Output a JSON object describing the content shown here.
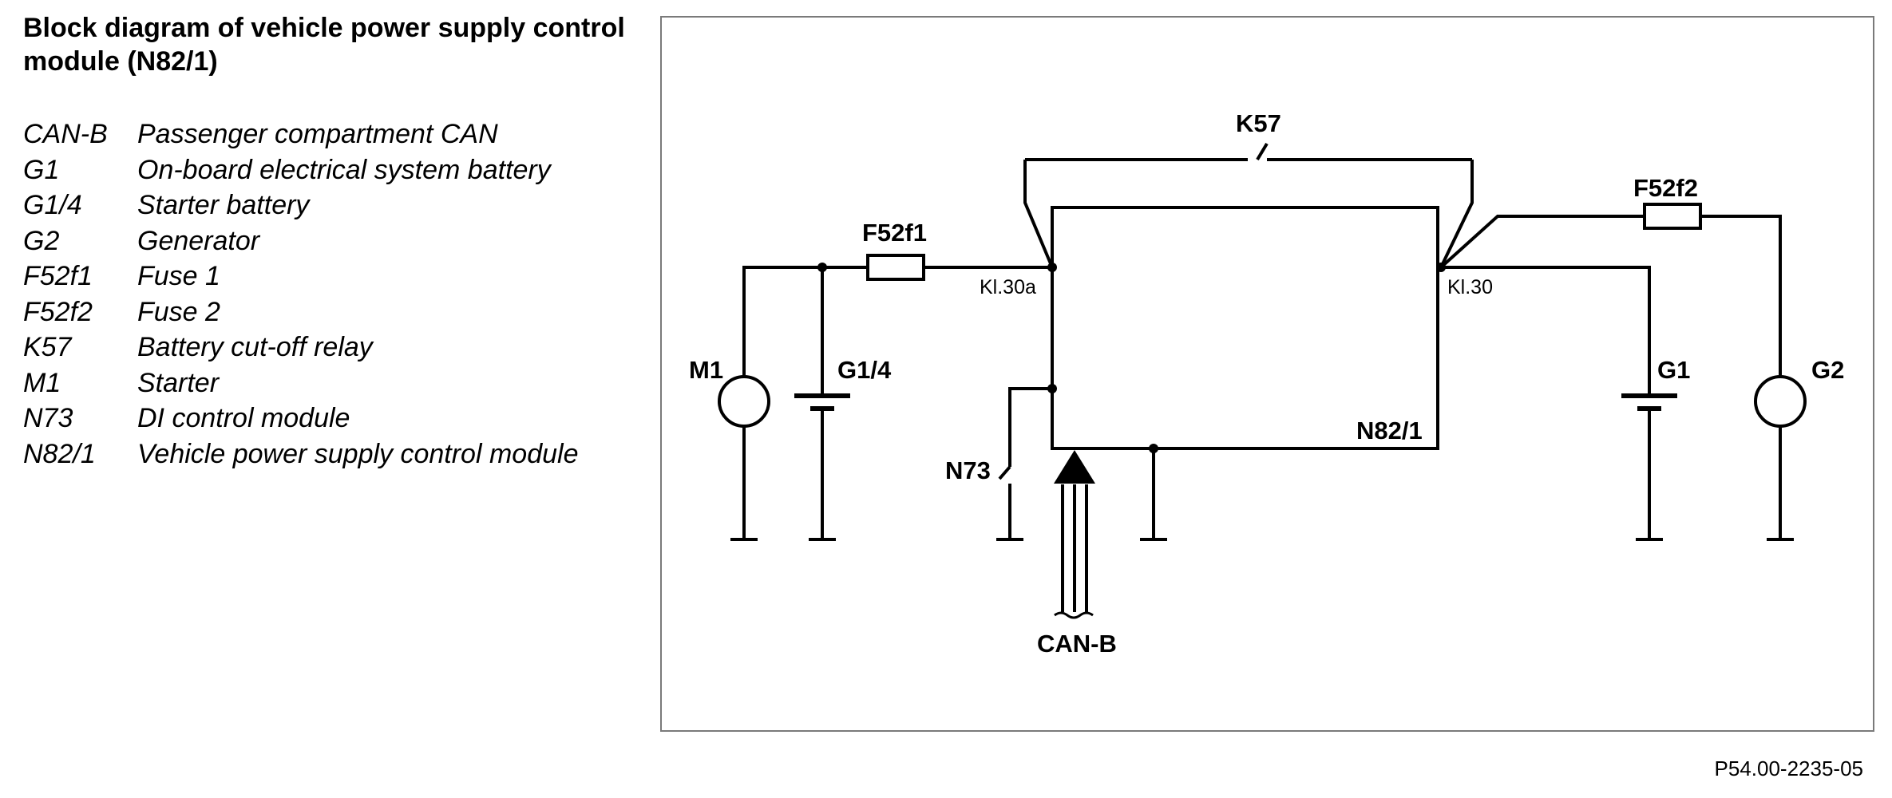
{
  "title": "Block diagram of vehicle power supply control module (N82/1)",
  "legend": [
    {
      "code": "CAN-B",
      "description": "Passenger compartment CAN"
    },
    {
      "code": "G1",
      "description": "On-board electrical system battery"
    },
    {
      "code": "G1/4",
      "description": "Starter battery"
    },
    {
      "code": "G2",
      "description": "Generator"
    },
    {
      "code": "F52f1",
      "description": "Fuse 1"
    },
    {
      "code": "F52f2",
      "description": "Fuse 2"
    },
    {
      "code": "K57",
      "description": "Battery cut-off relay"
    },
    {
      "code": "M1",
      "description": "Starter"
    },
    {
      "code": "N73",
      "description": "DI control module"
    },
    {
      "code": "N82/1",
      "description": "Vehicle power supply control module"
    }
  ],
  "diagram": {
    "labels": {
      "k57": "K57",
      "f52f1": "F52f1",
      "f52f2": "F52f2",
      "kl30a": "Kl.30a",
      "kl30": "Kl.30",
      "m1": "M1",
      "g1_4": "G1/4",
      "g1": "G1",
      "g2": "G2",
      "n73": "N73",
      "n82_1": "N82/1",
      "can_b": "CAN-B"
    }
  },
  "figure_ref": "P54.00-2235-05"
}
